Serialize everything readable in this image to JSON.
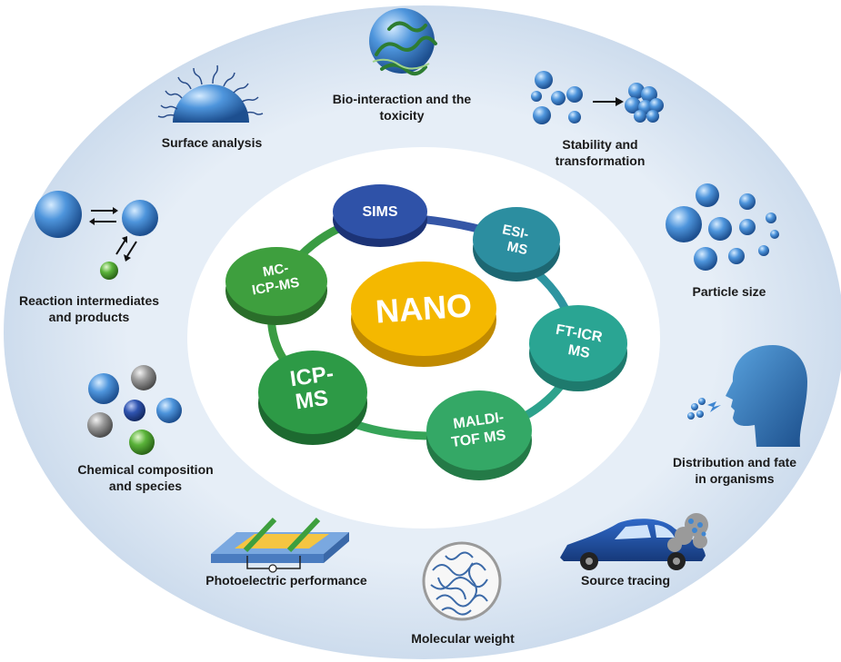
{
  "center": {
    "label": "NANO"
  },
  "techniques": [
    {
      "id": "sims",
      "lines": [
        "SIMS"
      ]
    },
    {
      "id": "esi",
      "lines": [
        "ESI-",
        "MS"
      ]
    },
    {
      "id": "fticr",
      "lines": [
        "FT-ICR",
        "MS"
      ]
    },
    {
      "id": "maldi",
      "lines": [
        "MALDI-",
        "TOF MS"
      ]
    },
    {
      "id": "icpms",
      "lines": [
        "ICP-",
        "MS"
      ]
    },
    {
      "id": "mcicp",
      "lines": [
        "MC-",
        "ICP-MS"
      ]
    }
  ],
  "applications": {
    "surface": "Surface analysis",
    "bio_1": "Bio-interaction and the",
    "bio_2": "toxicity",
    "stability_1": "Stability and",
    "stability_2": "transformation",
    "particle": "Particle size",
    "distribution_1": "Distribution and fate",
    "distribution_2": "in organisms",
    "source": "Source tracing",
    "molecular": "Molecular weight",
    "photo": "Photoelectric performance",
    "chemical_1": "Chemical composition",
    "chemical_2": "and species",
    "reaction_1": "Reaction intermediates",
    "reaction_2": "and products"
  },
  "colors": {
    "ring_outer": "#dbe6f2",
    "ring_inner": "#ffffff",
    "nano": "#f2b600",
    "sims": "#2f52a8",
    "esi": "#2c8ea0",
    "fticr": "#2aa593",
    "maldi": "#34a866",
    "icpms": "#2d9a46",
    "mcicp": "#3e9f3e",
    "sphere_blue": "#3f86d1",
    "sphere_green": "#58b338",
    "sphere_gray": "#8d8d8d"
  },
  "icons": [
    "surface-hemisphere-icon",
    "protein-sphere-icon",
    "aggregation-icon",
    "particle-size-icon",
    "head-profile-icon",
    "car-icon",
    "polymer-circle-icon",
    "device-chip-icon",
    "sphere-cluster-icon",
    "reaction-arrows-icon"
  ]
}
